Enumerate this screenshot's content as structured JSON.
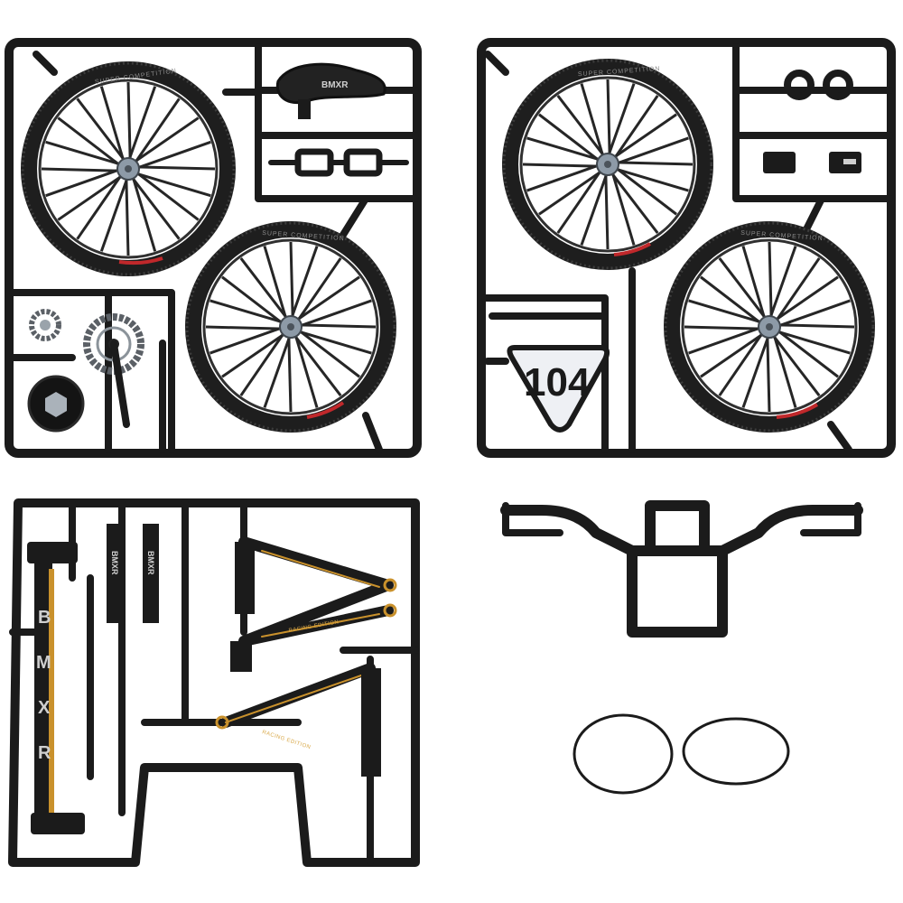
{
  "plate_number": "104",
  "tire_text": "SUPER COMPETITION",
  "brand_text": "BMXR",
  "frame_text_letters": [
    "B",
    "M",
    "X",
    "R"
  ],
  "frame_edition_text": "RACING EDITION",
  "colors": {
    "plastic": "#1b1b1b",
    "hub": "#8d9aa7",
    "gold": "#c9912c",
    "rim_accent": "#c0282b",
    "number_plate": "#eef0f4"
  }
}
